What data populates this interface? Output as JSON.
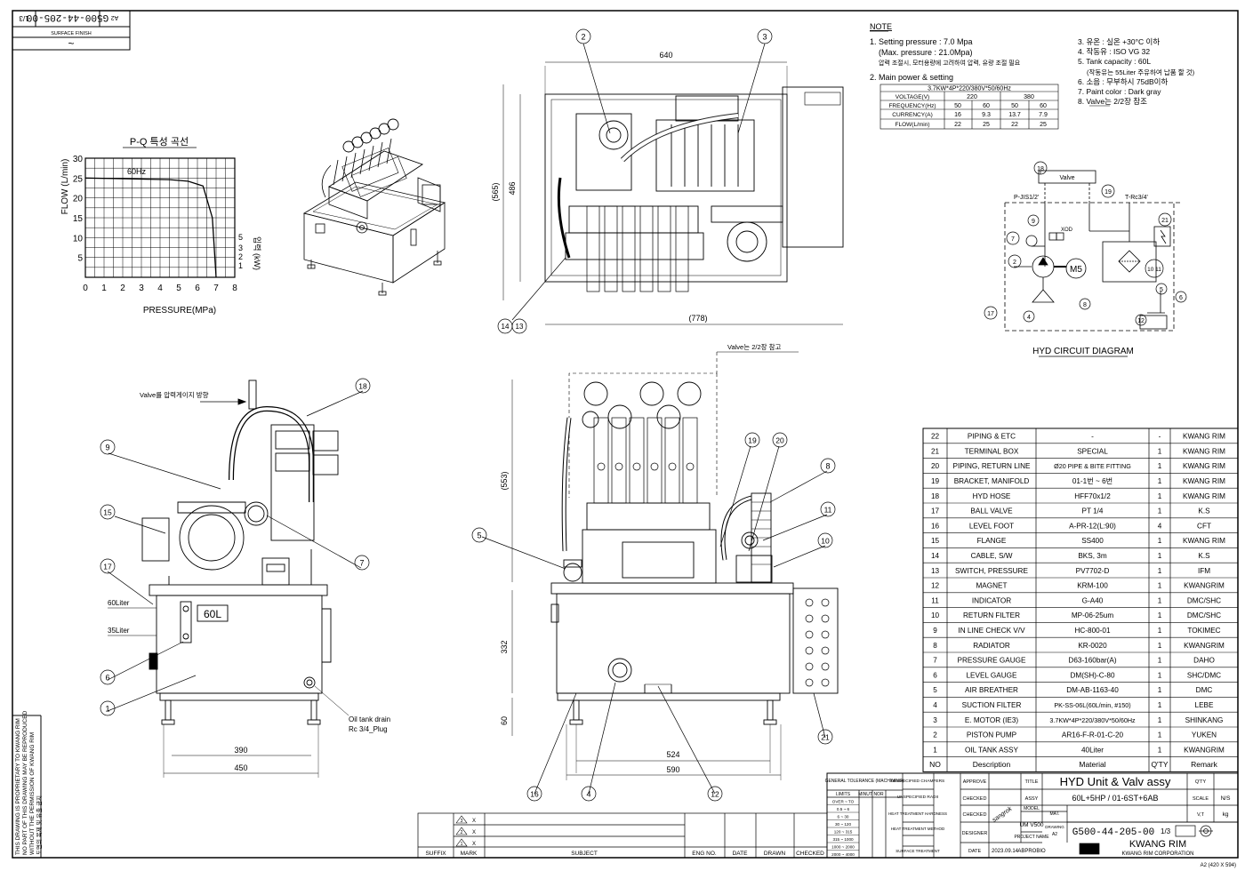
{
  "stamp": {
    "drawing_no": "G500-44-205-00",
    "sheet_frac": "1/3",
    "rev": "A2",
    "surface_finish": "SURFACE FINISH",
    "finish_mark": "~"
  },
  "pq_chart": {
    "title": "P-Q 특성 곡선",
    "xlabel": "PRESSURE(MPa)",
    "ylabel": "FLOW (L/min)",
    "y2label": "입력 (kW)",
    "xticks": [
      "0",
      "1",
      "2",
      "3",
      "4",
      "5",
      "6",
      "7",
      "8"
    ],
    "yticks": [
      "30",
      "25",
      "20",
      "15",
      "10",
      "5"
    ],
    "y2ticks": [
      "5",
      "3",
      "2",
      "1"
    ],
    "curve_label": "60Hz"
  },
  "chart_data": {
    "type": "line",
    "title": "P-Q 특성 곡선",
    "xlabel": "PRESSURE(MPa)",
    "ylabel": "FLOW (L/min)",
    "xlim": [
      0,
      8
    ],
    "ylim": [
      0,
      30
    ],
    "series": [
      {
        "name": "60Hz",
        "x": [
          0,
          4.5,
          5.5,
          6.3,
          6.8,
          7.0
        ],
        "y": [
          25,
          24.6,
          24.2,
          23,
          15,
          0
        ]
      }
    ],
    "grid": "on"
  },
  "notes": {
    "heading": "NOTE",
    "left": [
      "1. Setting pressure : 7.0 Mpa",
      "(Max. pressure : 21.0Mpa)",
      "압력 조절시, 모터용량에 고려하여 압력, 유량 조절 필요",
      "2. Main power & setting"
    ],
    "right": [
      "3. 유온 : 실온 +30°C 이하",
      "4. 작동유 : ISO VG 32",
      "5. Tank capacity : 60L",
      "(작동유는 55Liter 주유하여 납품 할 것)",
      "6. 소음 : 무부하시 75dB이하",
      "7. Paint color : Dark gray",
      "8. Valve는 2/2장 참조"
    ]
  },
  "power_table": {
    "title": "3.7KW*4P*220/380V*50/60Hz",
    "rows": [
      {
        "label": "VOLTAGE(V)",
        "cells": [
          "220",
          "380"
        ]
      },
      {
        "label": "FREQUENCY(Hz)",
        "cells": [
          "50",
          "60",
          "50",
          "60"
        ]
      },
      {
        "label": "CURRENCY(A)",
        "cells": [
          "16",
          "9.3",
          "13.7",
          "7.9"
        ]
      },
      {
        "label": "FLOW(L/min)",
        "cells": [
          "22",
          "25",
          "22",
          "25"
        ]
      }
    ]
  },
  "dims": {
    "top_width": "640",
    "top_depth": "486",
    "top_depth_ref": "(565)",
    "top_overall": "(778)",
    "front_height": "(553)",
    "front_tank": "332",
    "front_foot": "60",
    "front_inner": "524",
    "front_outer": "590",
    "side_inner": "390",
    "side_outer": "450"
  },
  "side_view": {
    "direction_note": "Valve를 압력게이지 방향",
    "level_60": "60Liter",
    "level_35": "35Liter",
    "tank_label": "60L",
    "drain_note_1": "Oil tank drain",
    "drain_note_2": "Rc 3/4_Plug"
  },
  "front_view": {
    "valve_note": "Valve는 2/2장 참고"
  },
  "circuit": {
    "title": "HYD CIRCUIT DIAGRAM",
    "p_port": "P-JIS1/2'",
    "t_port": "T-Rc3/4'",
    "valve_box": "Valve",
    "motor": "M5",
    "xod": "XOD"
  },
  "bubbles": {
    "b1": "1",
    "b2": "2",
    "b3": "3",
    "b4": "4",
    "b5": "5",
    "b6": "6",
    "b7": "7",
    "b8": "8",
    "b9": "9",
    "b10": "10",
    "b11": "11",
    "b12": "12",
    "b13": "13",
    "b14": "14",
    "b15": "15",
    "b16": "16",
    "b17": "17",
    "b18": "18",
    "b19": "19",
    "b20": "20",
    "b21": "21",
    "b1011": "10 11",
    "b1413": "14 13"
  },
  "bom": {
    "header": {
      "no": "NO",
      "desc": "Description",
      "mat": "Material",
      "qty": "Q'TY",
      "remark": "Remark"
    },
    "rows": [
      {
        "no": "22",
        "desc": "PIPING & ETC",
        "mat": "-",
        "qty": "-",
        "remark": "KWANG RIM"
      },
      {
        "no": "21",
        "desc": "TERMINAL BOX",
        "mat": "SPECIAL",
        "qty": "1",
        "remark": "KWANG RIM"
      },
      {
        "no": "20",
        "desc": "PIPING, RETURN LINE",
        "mat": "Ø20 PIPE & BITE FITTING",
        "qty": "1",
        "remark": "KWANG RIM"
      },
      {
        "no": "19",
        "desc": "BRACKET, MANIFOLD",
        "mat": "01-1번 ~ 6번",
        "qty": "1",
        "remark": "KWANG RIM"
      },
      {
        "no": "18",
        "desc": "HYD HOSE",
        "mat": "HFF70x1/2",
        "qty": "1",
        "remark": "KWANG RIM"
      },
      {
        "no": "17",
        "desc": "BALL VALVE",
        "mat": "PT 1/4",
        "qty": "1",
        "remark": "K.S"
      },
      {
        "no": "16",
        "desc": "LEVEL FOOT",
        "mat": "A-PR-12(L:90)",
        "qty": "4",
        "remark": "CFT"
      },
      {
        "no": "15",
        "desc": "FLANGE",
        "mat": "SS400",
        "qty": "1",
        "remark": "KWANG RIM"
      },
      {
        "no": "14",
        "desc": "CABLE, S/W",
        "mat": "BKS, 3m",
        "qty": "1",
        "remark": "K.S"
      },
      {
        "no": "13",
        "desc": "SWITCH, PRESSURE",
        "mat": "PV7702-D",
        "qty": "1",
        "remark": "IFM"
      },
      {
        "no": "12",
        "desc": "MAGNET",
        "mat": "KRM-100",
        "qty": "1",
        "remark": "KWANGRIM"
      },
      {
        "no": "11",
        "desc": "INDICATOR",
        "mat": "G-A40",
        "qty": "1",
        "remark": "DMC/SHC"
      },
      {
        "no": "10",
        "desc": "RETURN FILTER",
        "mat": "MP-06-25um",
        "qty": "1",
        "remark": "DMC/SHC"
      },
      {
        "no": "9",
        "desc": "IN LINE CHECK V/V",
        "mat": "HC-800-01",
        "qty": "1",
        "remark": "TOKIMEC"
      },
      {
        "no": "8",
        "desc": "RADIATOR",
        "mat": "KR-0020",
        "qty": "1",
        "remark": "KWANGRIM"
      },
      {
        "no": "7",
        "desc": "PRESSURE GAUGE",
        "mat": "D63-160bar(A)",
        "qty": "1",
        "remark": "DAHO"
      },
      {
        "no": "6",
        "desc": "LEVEL GAUGE",
        "mat": "DM(SH)-C-80",
        "qty": "1",
        "remark": "SHC/DMC"
      },
      {
        "no": "5",
        "desc": "AIR BREATHER",
        "mat": "DM-AB-1163-40",
        "qty": "1",
        "remark": "DMC"
      },
      {
        "no": "4",
        "desc": "SUCTION FILTER",
        "mat": "PK-SS-06L(60L/min, #150)",
        "qty": "1",
        "remark": "LEBE"
      },
      {
        "no": "3",
        "desc": "E. MOTOR (IE3)",
        "mat": "3.7KW*4P*220/380V*50/60Hz",
        "qty": "1",
        "remark": "SHINKANG"
      },
      {
        "no": "2",
        "desc": "PISTON PUMP",
        "mat": "AR16-F-R-01-C-20",
        "qty": "1",
        "remark": "YUKEN"
      },
      {
        "no": "1",
        "desc": "OIL TANK ASSY",
        "mat": "40Liter",
        "qty": "1",
        "remark": "KWANGRIM"
      }
    ]
  },
  "title_block": {
    "tol_title": "GENERAL TOLERANCE (MACHINING)",
    "tol_head": [
      "LIMITS",
      "MINUT",
      "NOR"
    ],
    "tol_rows": [
      "OVER ~ TO",
      "0.5 ~ 6",
      "6 ~ 30",
      "30 ~ 120",
      "120 ~ 315",
      "315 ~ 1000",
      "1000 ~ 2000",
      "2000 ~ 4000"
    ],
    "unspec_chamfers": "UNSPECIFIED CHAMFERS",
    "unspec_radii": "UNSPECIFIED RADII",
    "heat": "HEAT TREATMENT HARDNESS",
    "heat_method": "HEAT TREATMENT METHOD",
    "surface": "SURFACE TREATMENT",
    "approve": "APPROVE",
    "checked": "CHECKED",
    "designer": "DESIGNER",
    "date_label": "DATE",
    "date": "2023.09.14",
    "signature": "sangrok",
    "title_label": "TITLE",
    "title": "HYD Unit & Valv assy",
    "assy_label": "ASSY",
    "assy": "60L+5HP / 01-6ST+6AB",
    "model_label": "MODEL",
    "model": "UM V500",
    "mat_label": "MAT.",
    "project_label": "PROJECT NAME",
    "project": "ABPROBIO",
    "drawing_no": "G500-44-205-00",
    "drawing_label": "DRAWING",
    "sheet": "1/3",
    "company": "KWANG RIM",
    "company_sub": "KWANG RIM CORPORATION",
    "qty_label": "Q'TY",
    "scale_label": "SCALE",
    "scale": "N/S",
    "vt_label": "V,T",
    "unit": "kg",
    "paper": "A2 (420 X 594)"
  },
  "revision": {
    "headers": [
      "SUFFIX",
      "MARK",
      "SUBJECT",
      "ENG NO.",
      "DATE",
      "DRAWN",
      "CHECKED"
    ],
    "marks": [
      "3",
      "2",
      "1"
    ],
    "x": "X"
  },
  "proprietary": [
    "THIS DRAWING IS PROPRIETARY TO KWANG RIM",
    "NO PART OF THIS DRAWING MAY BE REPRODUCED",
    "WITHOUT THE PERMISSION OF KWANG RIM",
    "도면의 복제 및 유출 금지"
  ]
}
